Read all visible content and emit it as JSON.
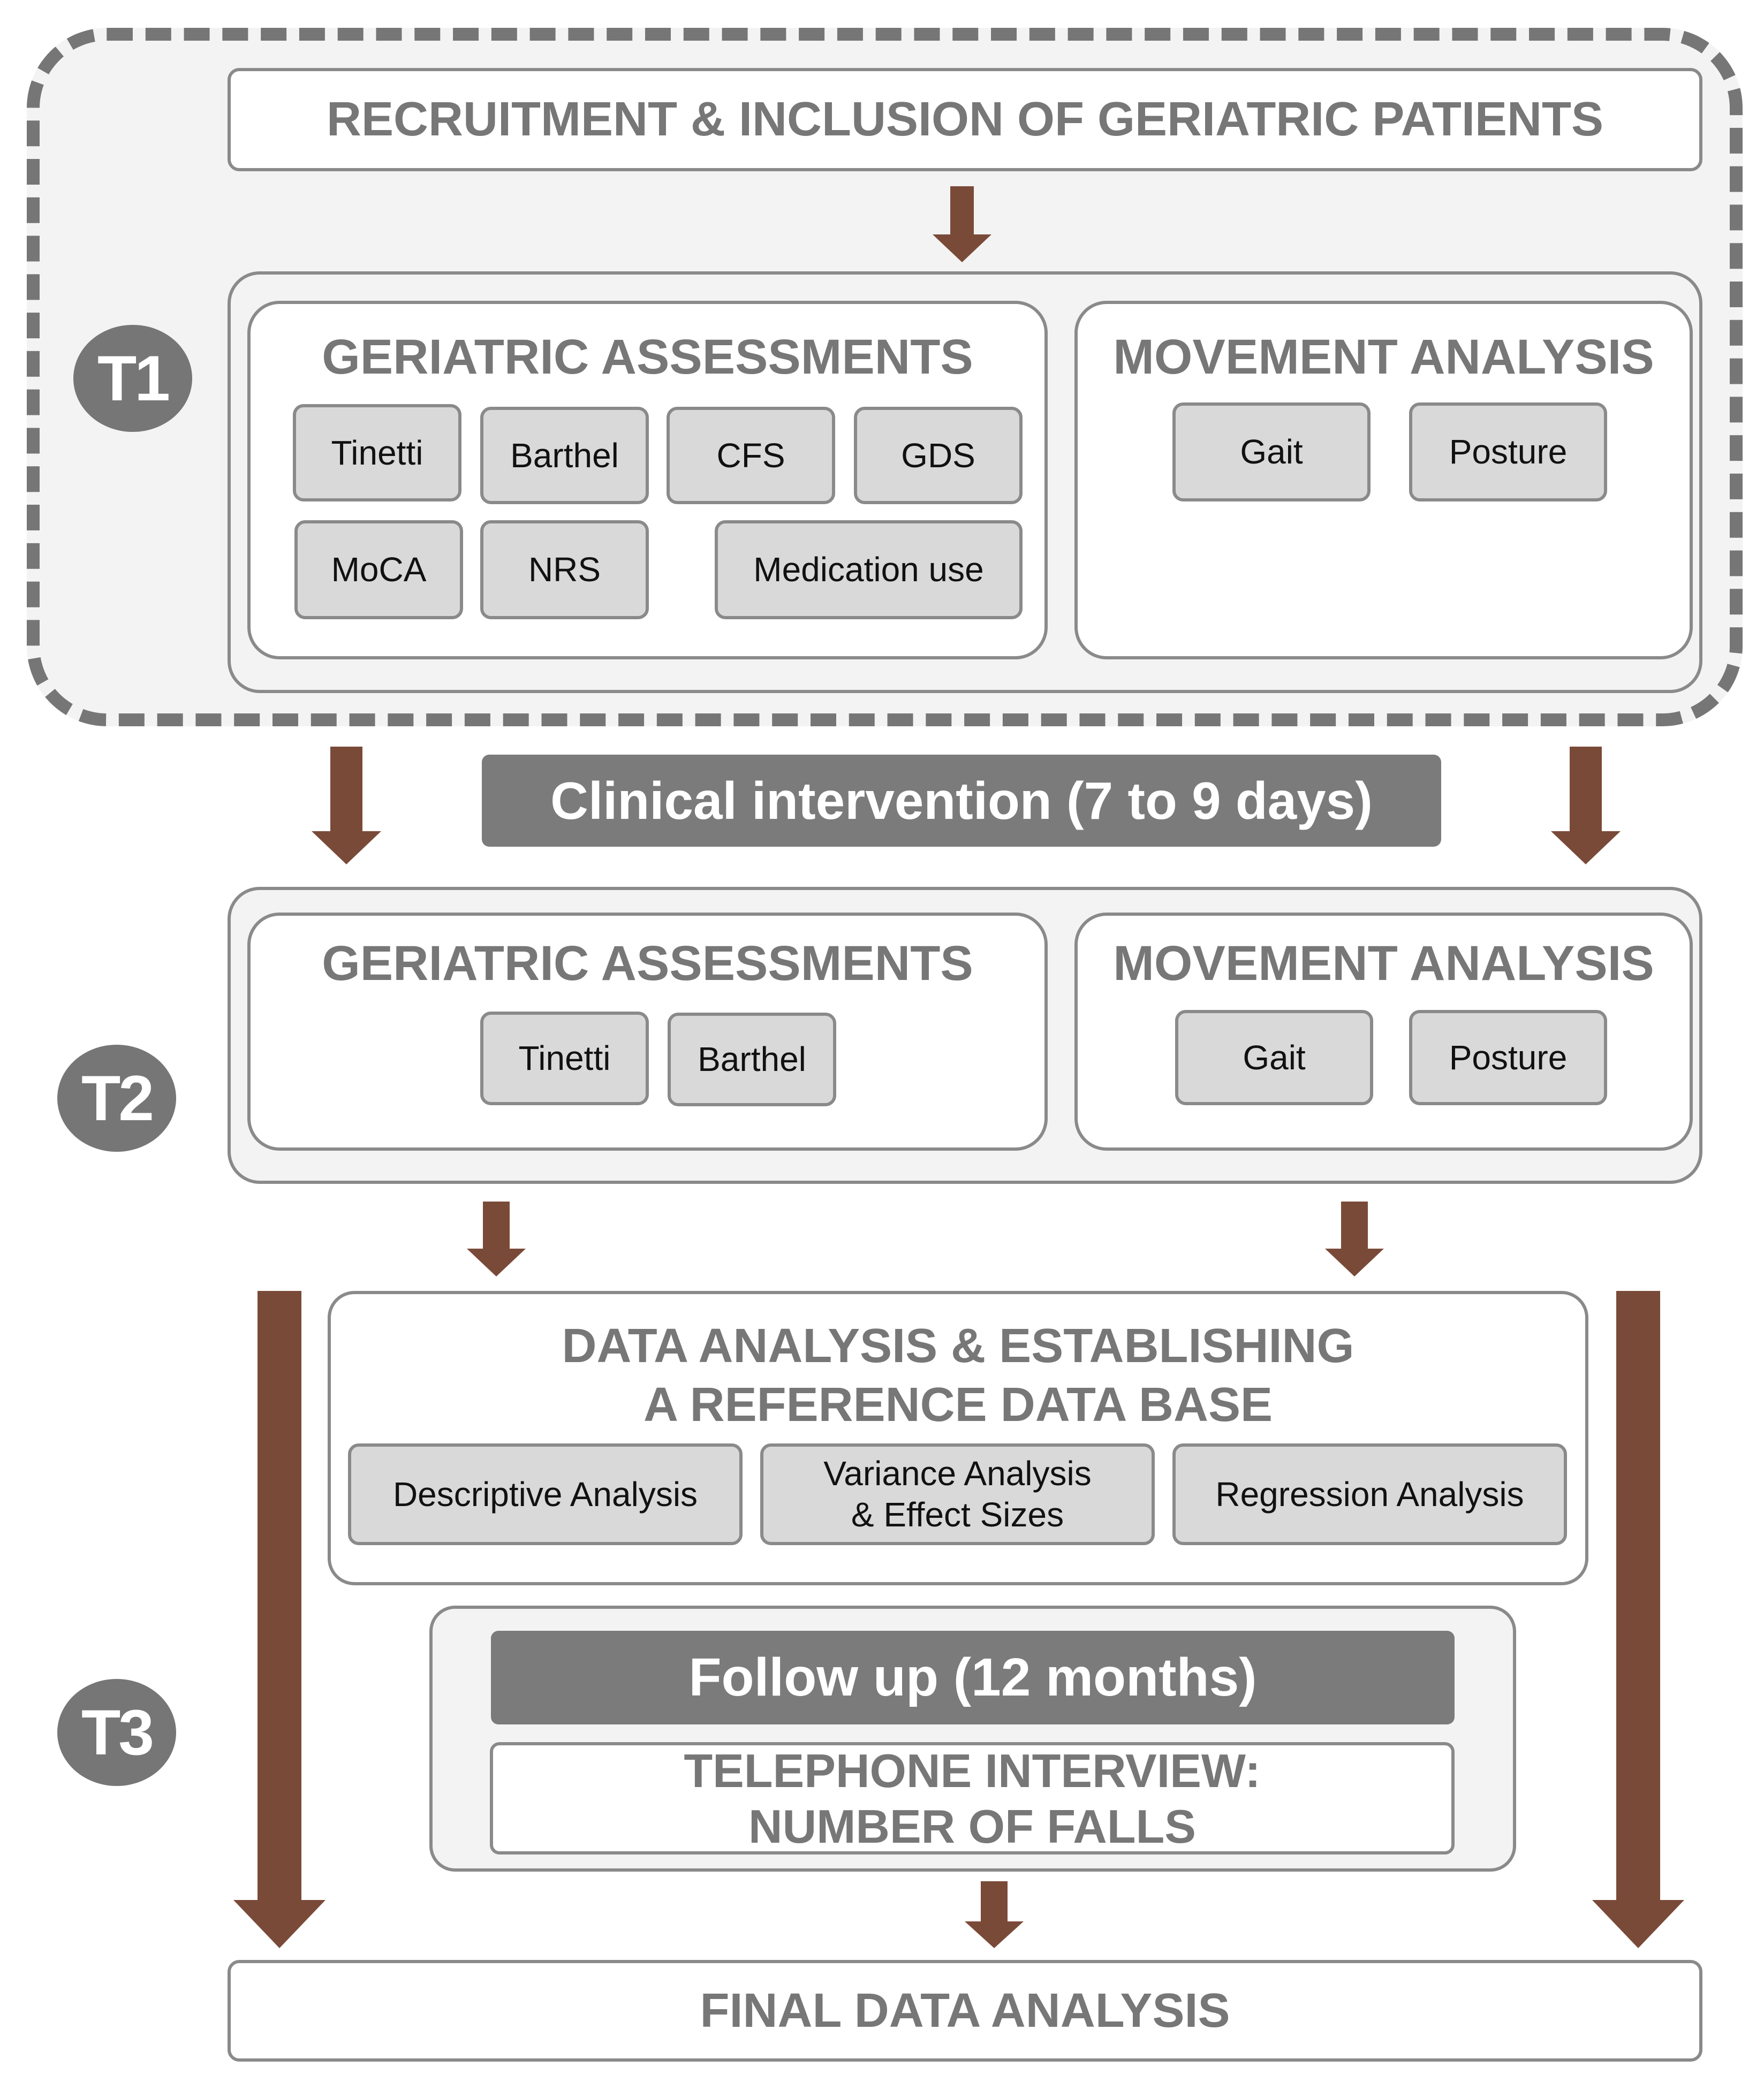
{
  "colors": {
    "arrow": "#7a4a38",
    "box_border": "#8a8a8a",
    "heading_text": "#777777",
    "chip_fill": "#d9d9d9",
    "panel_fill": "#f3f3f3",
    "dark_bar": "#7b7b7b"
  },
  "recruitment": "RECRUITMENT & INCLUSION OF GERIATRIC PATIENTS",
  "t1": {
    "label": "T1",
    "geriatric": {
      "title": "GERIATRIC ASSESSMENTS",
      "items": [
        "Tinetti",
        "Barthel",
        "CFS",
        "GDS",
        "MoCA",
        "NRS",
        "Medication use"
      ]
    },
    "movement": {
      "title": "MOVEMENT ANALYSIS",
      "items": [
        "Gait",
        "Posture"
      ]
    }
  },
  "intervention": "Clinical intervention (7 to 9 days)",
  "t2": {
    "label": "T2",
    "geriatric": {
      "title": "GERIATRIC ASSESSMENTS",
      "items": [
        "Tinetti",
        "Barthel"
      ]
    },
    "movement": {
      "title": "MOVEMENT ANALYSIS",
      "items": [
        "Gait",
        "Posture"
      ]
    }
  },
  "data_analysis": {
    "title_line1": "DATA ANALYSIS & ESTABLISHING",
    "title_line2": "A REFERENCE DATA BASE",
    "items": [
      "Descriptive Analysis",
      "Variance Analysis",
      "& Effect Sizes",
      "Regression Analysis"
    ]
  },
  "t3": {
    "label": "T3"
  },
  "followup": {
    "title": "Follow up (12 months)",
    "interview_line1": "TELEPHONE INTERVIEW:",
    "interview_line2": "NUMBER OF FALLS"
  },
  "final": "FINAL DATA ANALYSIS"
}
